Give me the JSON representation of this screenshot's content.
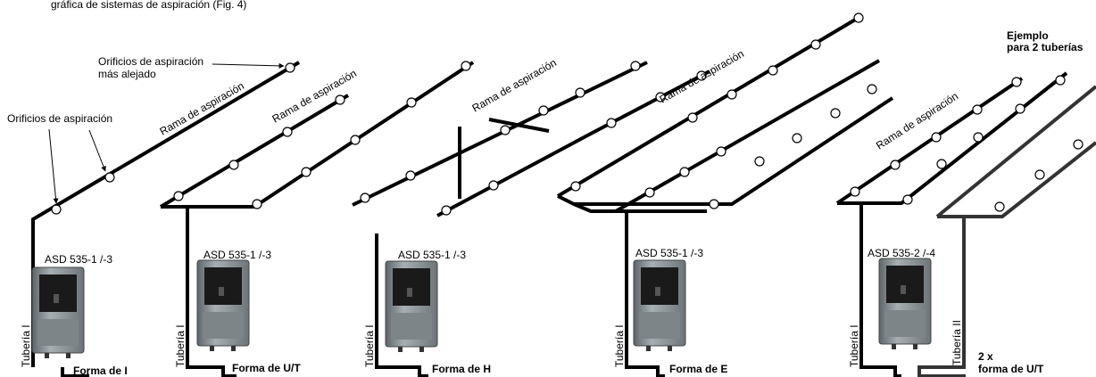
{
  "header": {
    "text": "gráfica de sistemas de aspiración (Fig. 4)"
  },
  "labels": {
    "far_holes_line1": "Orificios de aspiración",
    "far_holes_line2": "más alejado",
    "holes": "Orificios de aspiración",
    "example_line1": "Ejemplo",
    "example_line2": "para 2 tuberías",
    "branch": "Rama de aspiración"
  },
  "units": [
    {
      "model": "ASD 535-1 /-3",
      "pipe": "Tubería I",
      "form": "Forma de I"
    },
    {
      "model": "ASD 535-1 /-3",
      "pipe": "Tubería I",
      "form": "Forma de U/T"
    },
    {
      "model": "ASD 535-1 /-3",
      "pipe": "Tubería I",
      "form": "Forma de H"
    },
    {
      "model": "ASD 535-1 /-3",
      "pipe": "Tubería I",
      "form": "Forma de E"
    },
    {
      "model": "ASD 535-2 /-4",
      "pipe": "Tubería I",
      "pipe2": "Tubería II",
      "form_line1": "2 x",
      "form_line2": "forma de U/T"
    }
  ],
  "colors": {
    "pipe": "#000000",
    "device_body": "#8a9296",
    "device_panel": "#1a1a1a"
  }
}
